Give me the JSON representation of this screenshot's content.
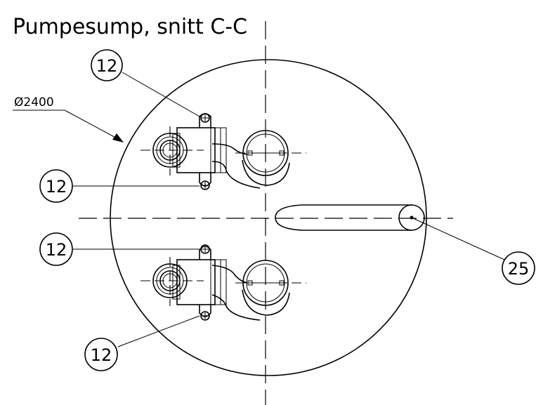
{
  "title": "Pumpesump, snitt C-C",
  "diameter_label": "Ø2400",
  "callouts": [
    {
      "id": "top-left-upper",
      "label": "12"
    },
    {
      "id": "top-left-lower",
      "label": "12"
    },
    {
      "id": "bottom-left-upper",
      "label": "12"
    },
    {
      "id": "bottom-left-lower",
      "label": "12"
    },
    {
      "id": "right",
      "label": "25"
    }
  ],
  "colors": {
    "line": "#000000",
    "background": "#ffffff"
  }
}
